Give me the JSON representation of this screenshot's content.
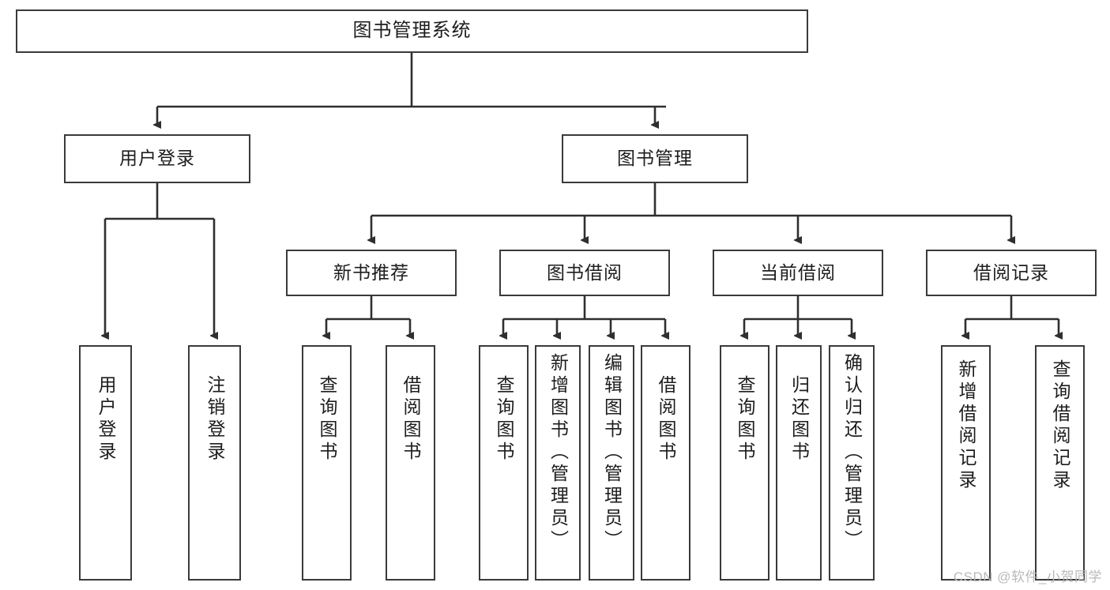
{
  "diagram": {
    "type": "tree",
    "title": "图书管理系统",
    "orientation": "top-down",
    "style": {
      "background": "#ffffff",
      "box_fill": "#ffffff",
      "box_stroke": "#3a3a3a",
      "text_color": "#1d1d1d",
      "connector_color": "#2f2f2f",
      "watermark_color": "#b9b9b9"
    },
    "nodes": {
      "root": {
        "label": "图书管理系统"
      },
      "level1": [
        {
          "id": "user_login",
          "label": "用户登录"
        },
        {
          "id": "book_manage",
          "label": "图书管理"
        }
      ],
      "level2": [
        {
          "id": "new_book_rec",
          "label": "新书推荐",
          "parent": "book_manage"
        },
        {
          "id": "book_borrow",
          "label": "图书借阅",
          "parent": "book_manage"
        },
        {
          "id": "current_borrow",
          "label": "当前借阅",
          "parent": "book_manage"
        },
        {
          "id": "borrow_record",
          "label": "借阅记录",
          "parent": "book_manage"
        }
      ],
      "leaves": [
        {
          "id": "leaf_user_login",
          "label": "用户登录",
          "parent": "user_login"
        },
        {
          "id": "leaf_user_logout",
          "label": "注销登录",
          "parent": "user_login"
        },
        {
          "id": "leaf_nbr_query",
          "label": "查询图书",
          "parent": "new_book_rec"
        },
        {
          "id": "leaf_nbr_borrow",
          "label": "借阅图书",
          "parent": "new_book_rec"
        },
        {
          "id": "leaf_bb_query",
          "label": "查询图书",
          "parent": "book_borrow"
        },
        {
          "id": "leaf_bb_add",
          "label": "新增图书（管理员）",
          "parent": "book_borrow"
        },
        {
          "id": "leaf_bb_edit",
          "label": "编辑图书（管理员）",
          "parent": "book_borrow"
        },
        {
          "id": "leaf_bb_borrow",
          "label": "借阅图书",
          "parent": "book_borrow"
        },
        {
          "id": "leaf_cb_query",
          "label": "查询图书",
          "parent": "current_borrow"
        },
        {
          "id": "leaf_cb_return",
          "label": "归还图书",
          "parent": "current_borrow"
        },
        {
          "id": "leaf_cb_confirm",
          "label": "确认归还（管理员）",
          "parent": "current_borrow"
        },
        {
          "id": "leaf_br_add",
          "label": "新增借阅记录",
          "parent": "borrow_record"
        },
        {
          "id": "leaf_br_query",
          "label": "查询借阅记录",
          "parent": "borrow_record"
        }
      ]
    }
  },
  "watermark": {
    "text": "CSDN @软件_小贺同学"
  }
}
